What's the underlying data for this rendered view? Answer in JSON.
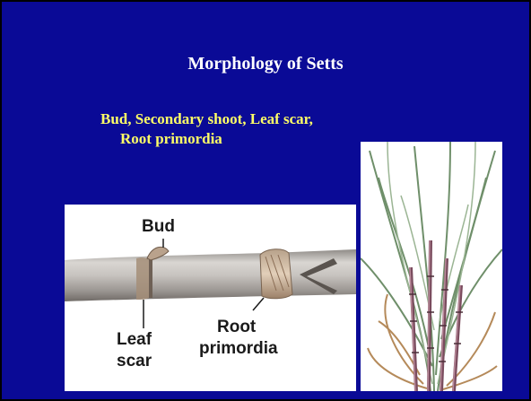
{
  "slide": {
    "title": "Morphology of Setts",
    "subtitle_line1": "Bud, Secondary shoot, Leaf scar,",
    "subtitle_line2": "Root primordia"
  },
  "stem_figure": {
    "labels": {
      "bud": "Bud",
      "leaf": "Leaf",
      "scar": "scar",
      "root": "Root",
      "primordia": "primordia"
    }
  },
  "colors": {
    "background": "#0a0a96",
    "title": "#ffffff",
    "subtitle": "#ffff66"
  }
}
